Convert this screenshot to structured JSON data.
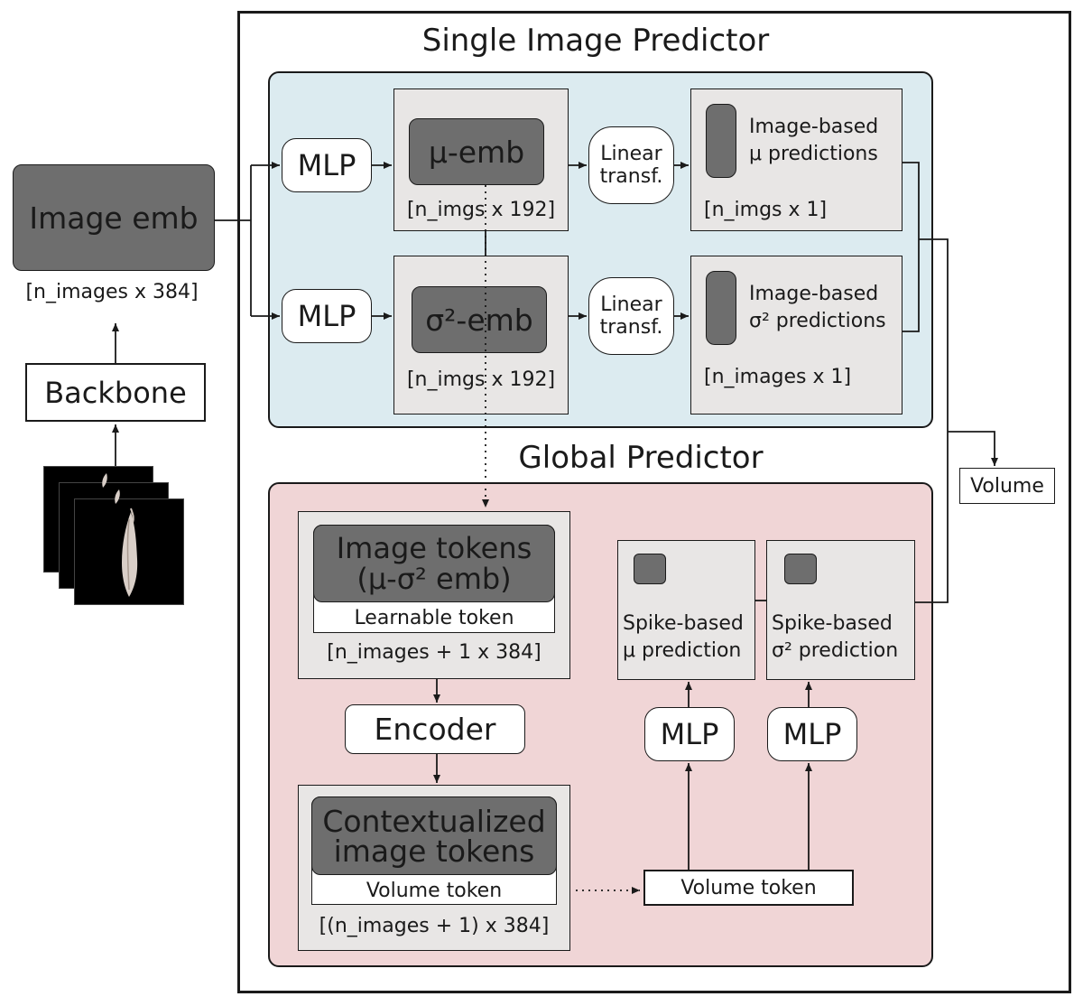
{
  "left": {
    "image_emb": "Image emb",
    "image_emb_dim": "[n_images x 384]",
    "backbone": "Backbone"
  },
  "single": {
    "title": "Single Image Predictor",
    "mu_mlp": "MLP",
    "sigma_mlp": "MLP",
    "mu_emb": "μ-emb",
    "mu_emb_dim": "[n_imgs x 192]",
    "sigma_emb": "σ²-emb",
    "sigma_emb_dim": "[n_imgs x 192]",
    "mu_linear": "Linear\ntransf.",
    "sigma_linear": "Linear\ntransf.",
    "mu_pred": "Image-based\nμ predictions",
    "mu_pred_dim": "[n_imgs x 1]",
    "sigma_pred": "Image-based\nσ² predictions",
    "sigma_pred_dim": "[n_images x 1]"
  },
  "global": {
    "title": "Global Predictor",
    "image_tokens": "Image tokens\n(μ-σ² emb)",
    "learnable_token": "Learnable token",
    "tokens_dim": "[n_images + 1 x 384]",
    "encoder": "Encoder",
    "ctx_tokens": "Contextualized\nimage tokens",
    "volume_token_inner": "Volume token",
    "ctx_dim": "[(n_images + 1) x 384]",
    "volume_token": "Volume token",
    "mlp_mu": "MLP",
    "mlp_sigma": "MLP",
    "spike_mu": "Spike-based\nμ prediction",
    "spike_sigma": "Spike-based\nσ² prediction"
  },
  "output": {
    "volume": "Volume"
  },
  "colors": {
    "single_panel": "#dcebf0",
    "global_panel": "#f0d5d6",
    "embedding_box": "#6e6e6e",
    "container_box": "#e8e6e5"
  }
}
